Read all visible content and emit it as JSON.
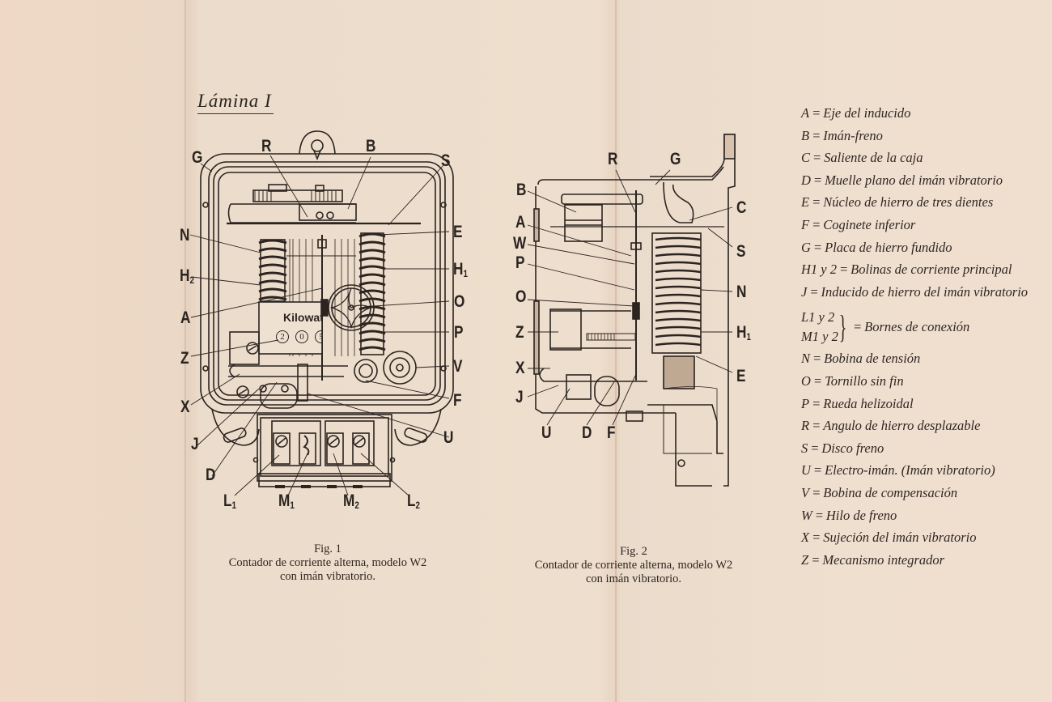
{
  "plate_title": "Lámina I",
  "figure1": {
    "labels": {
      "G": "G",
      "R": "R",
      "B": "B",
      "S": "S",
      "N": "N",
      "E": "E",
      "H2": "H",
      "H2_sub": "2",
      "H1": "H",
      "H1_sub": "1",
      "A": "A",
      "O": "O",
      "P": "P",
      "Z": "Z",
      "V": "V",
      "X": "X",
      "F": "F",
      "J": "J",
      "U": "U",
      "D": "D",
      "L1": "L",
      "L1_sub": "1",
      "M1": "M",
      "M1_sub": "1",
      "M2": "M",
      "M2_sub": "2",
      "L2": "L",
      "L2_sub": "2"
    },
    "dial_text": "Kilowat",
    "dial_digits": [
      "2",
      "0",
      "5"
    ],
    "caption": {
      "fig": "Fig. 1",
      "line1": "Contador de corriente alterna, modelo W2",
      "line2": "con imán vibratorio."
    }
  },
  "figure2": {
    "labels": {
      "R": "R",
      "G": "G",
      "B": "B",
      "C": "C",
      "A": "A",
      "W": "W",
      "S": "S",
      "P": "P",
      "N": "N",
      "O": "O",
      "Z": "Z",
      "H1": "H",
      "H1_sub": "1",
      "X": "X",
      "E": "E",
      "J": "J",
      "U": "U",
      "D": "D",
      "F": "F"
    },
    "caption": {
      "fig": "Fig. 2",
      "line1": "Contador de corriente alterna, modelo W2",
      "line2": "con imán vibratorio."
    }
  },
  "legend": [
    {
      "key": "A",
      "text": "Eje del inducido"
    },
    {
      "key": "B",
      "text": "Imán-freno"
    },
    {
      "key": "C",
      "text": "Saliente de la caja"
    },
    {
      "key": "D",
      "text": "Muelle plano del imán vibratorio"
    },
    {
      "key": "E",
      "text": "Núcleo de hierro de tres dientes"
    },
    {
      "key": "F",
      "text": "Coginete inferior"
    },
    {
      "key": "G",
      "text": "Placa de hierro fundido"
    },
    {
      "key": "H1 y 2",
      "text": "Bolinas de corriente principal"
    },
    {
      "key": "J",
      "text": "Inducido de hierro del imán vibratorio"
    },
    {
      "keys": [
        "L1 y 2",
        "M1 y 2"
      ],
      "text": "Bornes de conexión"
    },
    {
      "key": "N",
      "text": "Bobina de tensión"
    },
    {
      "key": "O",
      "text": "Tornillo sin fin"
    },
    {
      "key": "P",
      "text": "Rueda helizoidal"
    },
    {
      "key": "R",
      "text": "Angulo de hierro desplazable"
    },
    {
      "key": "S",
      "text": "Disco freno"
    },
    {
      "key": "U",
      "text": "Electro-imán. (Imán vibratorio)"
    },
    {
      "key": "V",
      "text": "Bobina de compensación"
    },
    {
      "key": "W",
      "text": "Hilo de freno"
    },
    {
      "key": "X",
      "text": "Sujeción del imán vibratorio"
    },
    {
      "key": "Z",
      "text": "Mecanismo integrador"
    }
  ],
  "equals_sign": "=",
  "brace_glyph": "}",
  "colors": {
    "paper": "#eedecd",
    "ink": "#2b2420"
  }
}
